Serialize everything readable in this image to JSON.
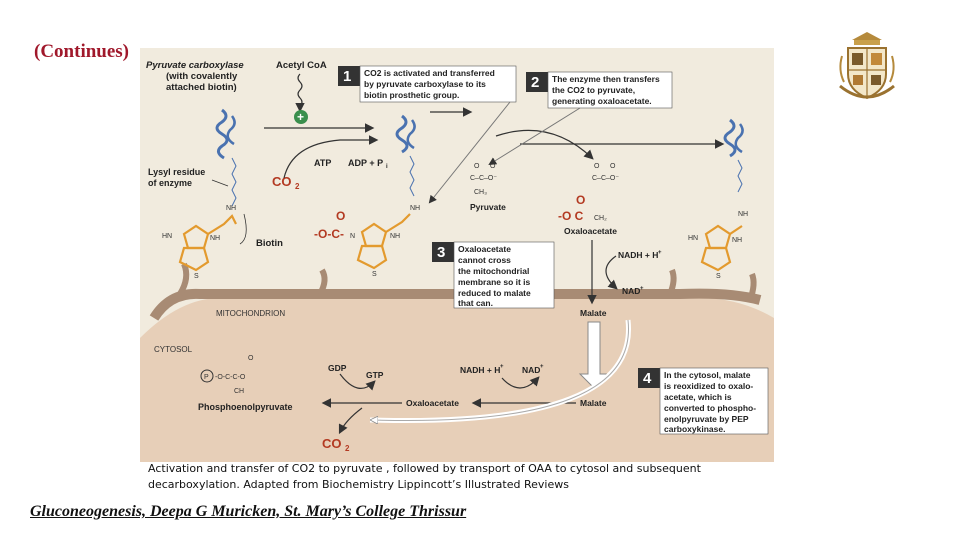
{
  "slide": {
    "title": "(Continues)",
    "caption": "Activation and transfer of CO2 to pyruvate , followed by transport of OAA to cytosol and subsequent decarboxylation. Adapted from Biochemistry Lippincott’s Illustrated Reviews",
    "footer": "Gluconeogenesis, Deepa G Muricken, St. Mary’s College Thrissur"
  },
  "figure": {
    "enzyme_label_lines": [
      "Pyruvate carboxylase",
      "(with covalently",
      "attached biotin)"
    ],
    "acetyl_coa": "Acetyl CoA",
    "plus_sign": "+",
    "lysyl_lines": [
      "Lysyl residue",
      "of enzyme"
    ],
    "co2_top": "CO",
    "co2_top_sub": "2",
    "atp": "ATP",
    "adp": "ADP + P",
    "adp_sub": "i",
    "biotin": "Biotin",
    "nh": "NH",
    "o_label": "O",
    "carboxyl_group": "-O-C-",
    "pyruvate": "Pyruvate",
    "oxaloacetate_mito": "Oxaloacetate",
    "nadh_mito": "NADH + H",
    "nad_mito": "NAD",
    "plus_sup": "+",
    "malate_mito": "Malate",
    "mitochondrion": "MITOCHONDRION",
    "cytosol": "CYTOSOL",
    "pep_phosphate": "P",
    "pep_formula": "-O-C-C-O",
    "pep_ch2": "CH",
    "phosphoenolpyruvate": "Phosphoenolpyruvate",
    "gdp": "GDP",
    "gtp": "GTP",
    "nadh_cyto": "NADH + H",
    "nad_cyto": "NAD",
    "oxaloacetate_cyto": "Oxaloacetate",
    "malate_cyto": "Malate",
    "co2_bottom": "CO",
    "co2_bottom_sub": "2",
    "steps": [
      {
        "number": "1",
        "lines": [
          "CO2 is activated and transferred",
          "by pyruvate carboxylase to its",
          "biotin prosthetic group."
        ]
      },
      {
        "number": "2",
        "lines": [
          "The enzyme then transfers",
          "the CO2 to pyruvate,",
          "generating oxaloacetate."
        ]
      },
      {
        "number": "3",
        "lines": [
          "Oxaloacetate",
          "cannot  cross",
          "the mitochondrial",
          "membrane so it is",
          "reduced to malate",
          "that can."
        ]
      },
      {
        "number": "4",
        "lines": [
          "In the cytosol, malate",
          "is reoxidized to oxalo-",
          "acetate, which is",
          "converted to phospho-",
          "enolpyruvate by PEP",
          "carboxykinase."
        ]
      }
    ]
  },
  "colors": {
    "title_red": "#a0182b",
    "mito_bg": "#f1ebde",
    "cytosol_bg": "#e7cfb8",
    "membrane": "#a88b74",
    "co2_red": "#b33a22",
    "biotin_orange": "#e39a2e",
    "plus_green": "#3a8f4d",
    "step_badge": "#333333",
    "protein_blue": "#4a72b0"
  },
  "icons": {
    "emblem": "college-crest-icon",
    "protein": "protein-coil-icon",
    "biotin": "biotin-ring-icon"
  }
}
